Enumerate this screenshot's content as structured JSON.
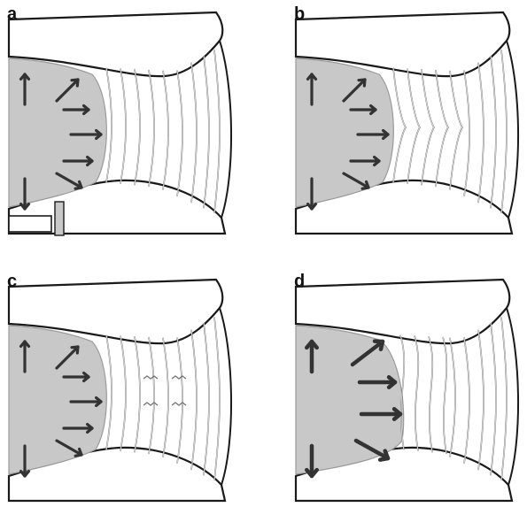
{
  "figure": {
    "panels": [
      {
        "label": "a",
        "variant": "straight-lines-with-outlet"
      },
      {
        "label": "b",
        "variant": "merged-center-lines"
      },
      {
        "label": "c",
        "variant": "dashed-crossbars"
      },
      {
        "label": "d",
        "variant": "large-arrows-wavy-lines"
      }
    ]
  },
  "colors": {
    "fluid": "#c8c8c8",
    "outline": "#1a1a1a",
    "lines": "#777777",
    "arrow": "#333333"
  }
}
